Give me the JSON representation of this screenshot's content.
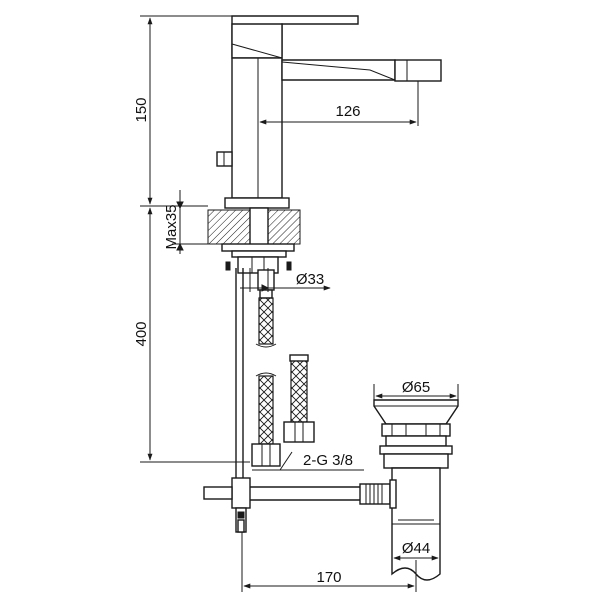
{
  "dimensions": {
    "spout_height": "150",
    "spout_reach": "126",
    "max_deck_thickness": "Max35",
    "hole_diameter": "Ø33",
    "hose_length": "400",
    "connection_thread": "2-G 3/8",
    "waste_head_diameter": "Ø65",
    "waste_body_diameter": "Ø44",
    "mixer_to_waste_distance": "170"
  }
}
